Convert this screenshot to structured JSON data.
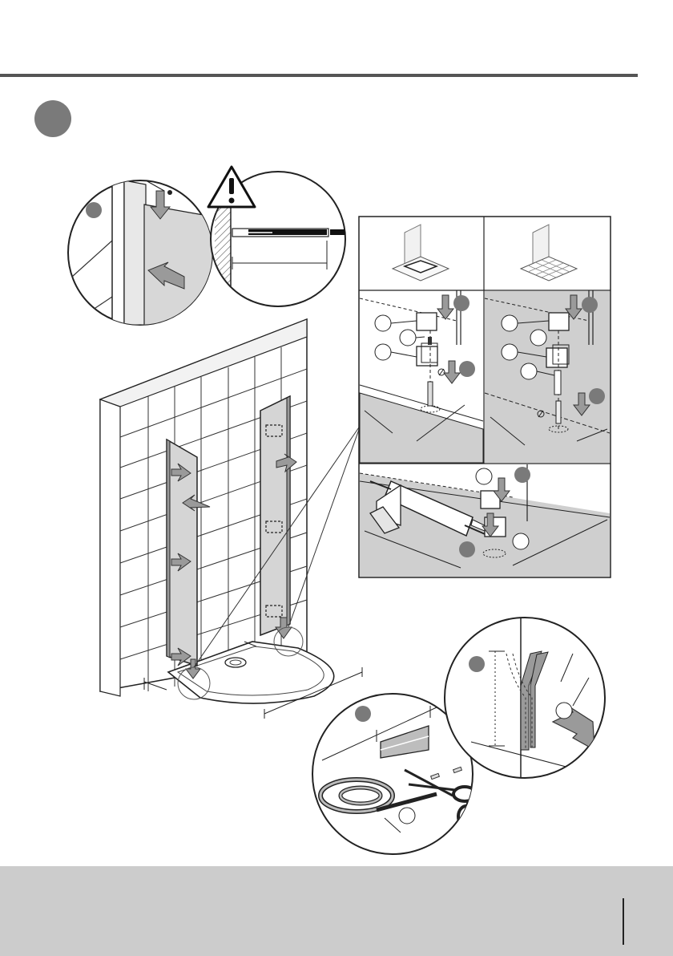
{
  "page": {
    "step_badge_color": "#7a7a7a",
    "rule_color": "#555555",
    "footer_color": "#cccccc"
  },
  "illustration": {
    "icons": [
      "warning-icon",
      "scissors-icon",
      "arrow-icon",
      "screw-icon",
      "wall-plug-icon",
      "drill-bit-icon",
      "silicone-gun-icon",
      "seal-strip-icon"
    ],
    "panels": [
      "wall-profile-detail",
      "tray-mounting-detail",
      "tiled-floor-mounting-detail",
      "silicone-detail",
      "seal-cutting-detail",
      "seal-fitting-detail",
      "shower-enclosure-overview"
    ]
  }
}
